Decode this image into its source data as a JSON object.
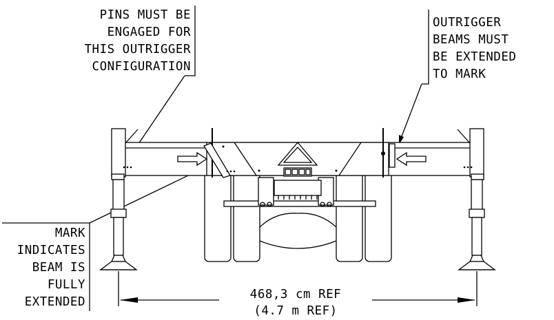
{
  "callouts": {
    "pins": [
      "PINS MUST BE",
      "ENGAGED FOR",
      "THIS OUTRIGGER",
      "CONFIGURATION"
    ],
    "beams": [
      "OUTRIGGER",
      "BEAMS MUST",
      "BE EXTENDED",
      "TO MARK"
    ],
    "mark": [
      "MARK",
      "INDICATES",
      "BEAM IS",
      "FULLY",
      "EXTENDED"
    ]
  },
  "dimension": {
    "primary": "468,3 cm REF",
    "secondary": "(4.7 m REF)"
  }
}
